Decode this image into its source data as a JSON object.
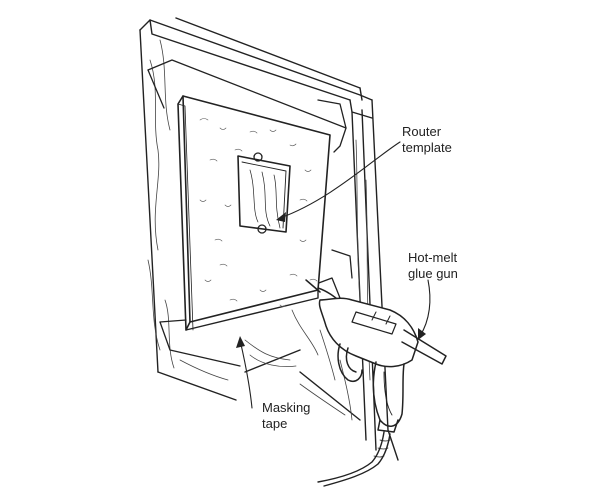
{
  "labels": {
    "router_template": [
      "Router",
      "template"
    ],
    "glue_gun": [
      "Hot-melt",
      "glue gun"
    ],
    "masking_tape": [
      "Masking",
      "tape"
    ]
  },
  "colors": {
    "ink": "#222222",
    "paper": "#ffffff"
  }
}
